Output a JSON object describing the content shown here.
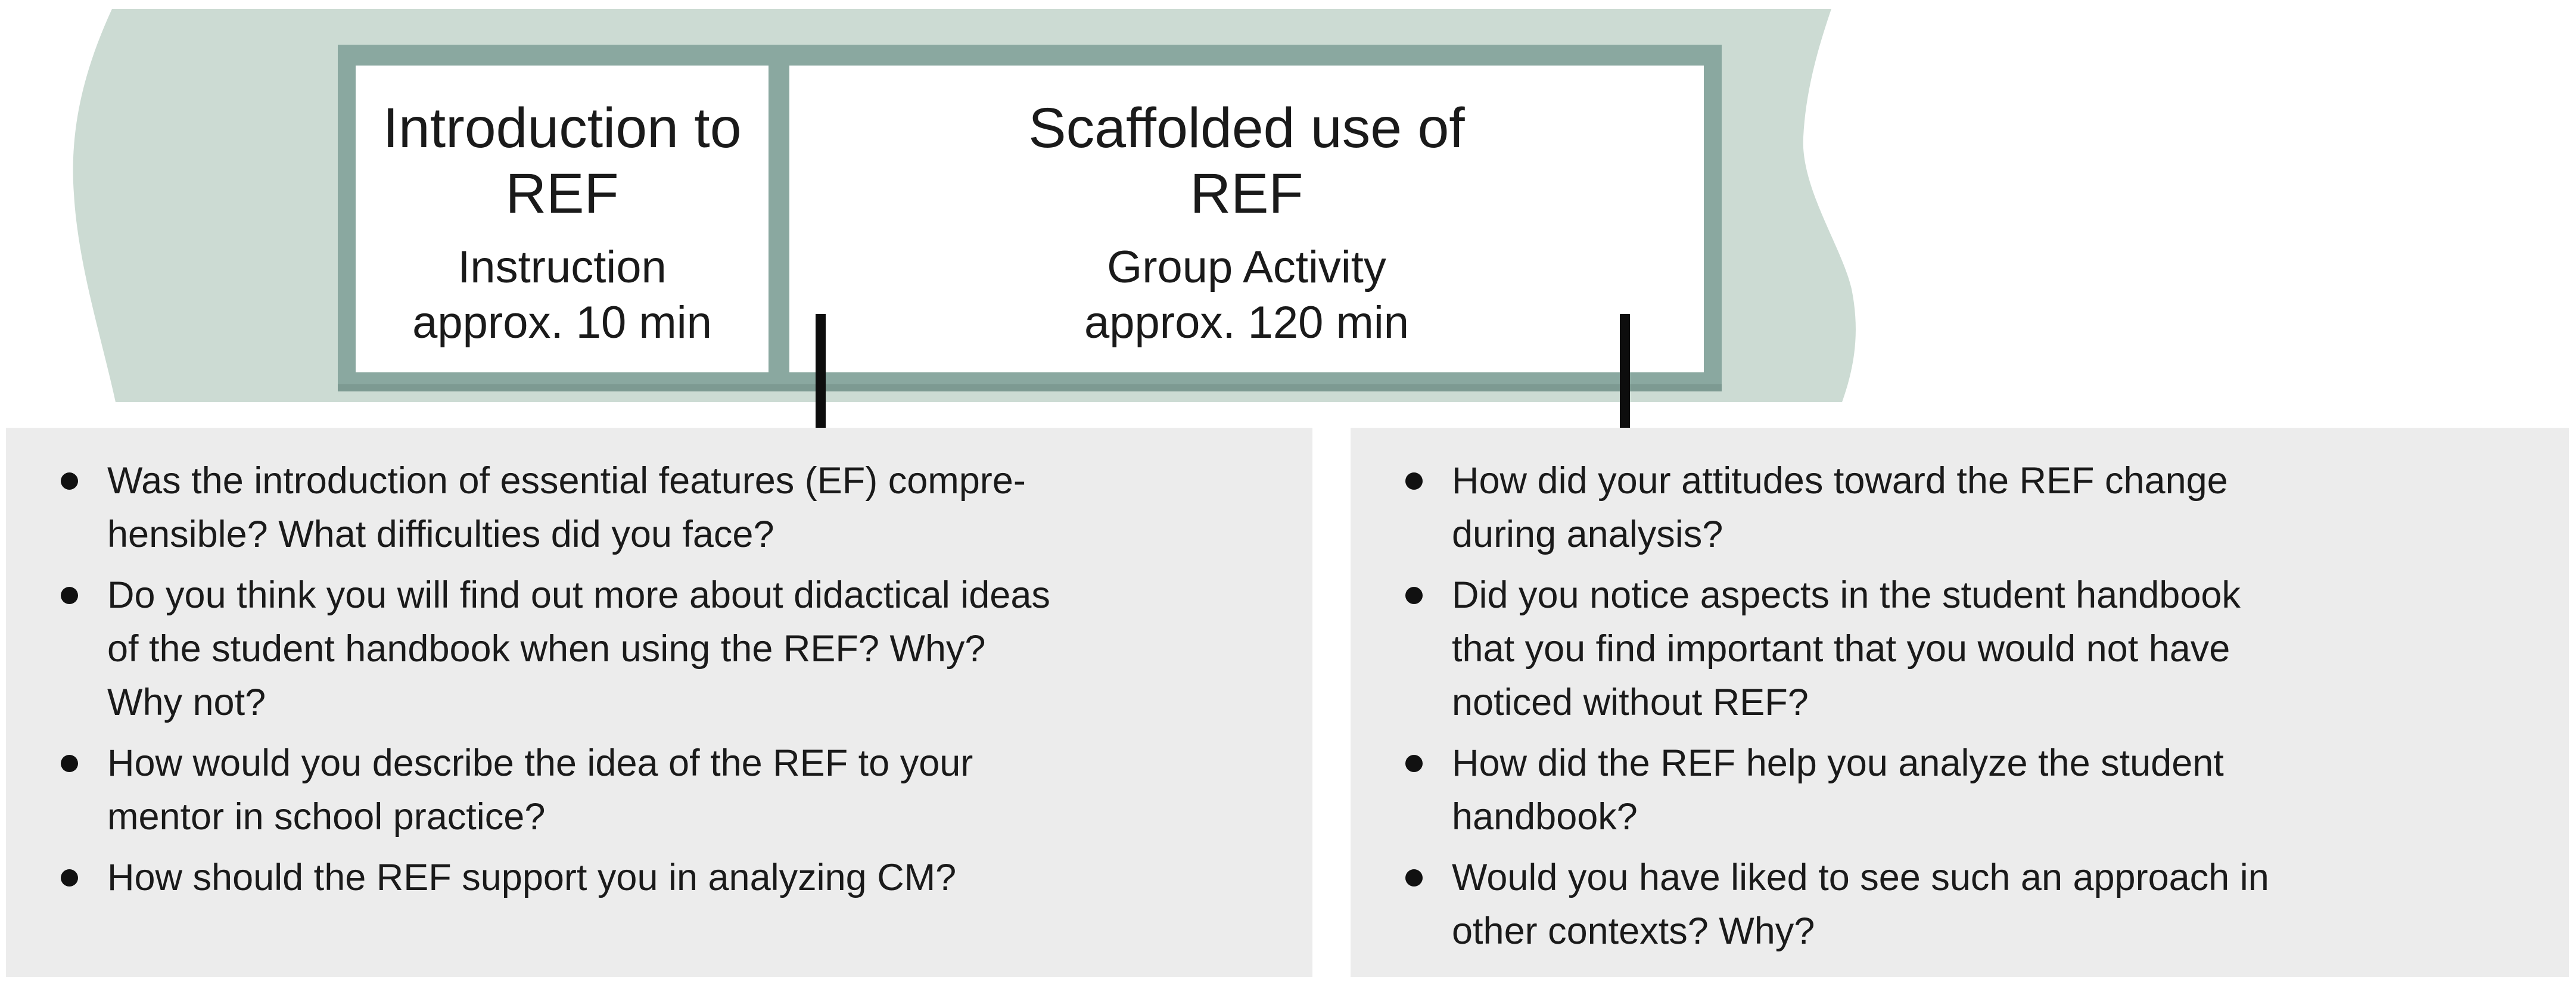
{
  "diagram": {
    "palette": {
      "ribbon_green": "#ccdbd3",
      "frame_sage": "#8aa8a0",
      "frame_shadow": "#7d9a92",
      "panel_gray": "#ececec",
      "text": "#1a1a1a",
      "connector_black": "#0d0d0d"
    },
    "timeline": {
      "phases": [
        {
          "title": "Introduction to\nREF",
          "subtitle": "Instruction\napprox. 10 min"
        },
        {
          "title": "Scaffolded use of\nREF",
          "subtitle": "Group Activity\napprox. 120 min"
        }
      ]
    },
    "panels": {
      "left": {
        "bullets": [
          "Was the introduction of essential features (EF) compre-\nhensible? What difficulties did you face?",
          "Do you think you will find out more about didactical ideas\nof the student handbook when using the REF? Why?\nWhy not?",
          "How would you describe the idea of the REF to your\nmentor in school practice?",
          "How should the REF support you in analyzing CM?"
        ]
      },
      "right": {
        "bullets": [
          "How did your attitudes toward the REF change\nduring analysis?",
          "Did you notice aspects in the student handbook\nthat you find important that you would not have\nnoticed without REF?",
          "How did the REF help you analyze the student\nhandbook?",
          "Would you have liked to see such an approach in\nother contexts? Why?"
        ]
      }
    }
  }
}
